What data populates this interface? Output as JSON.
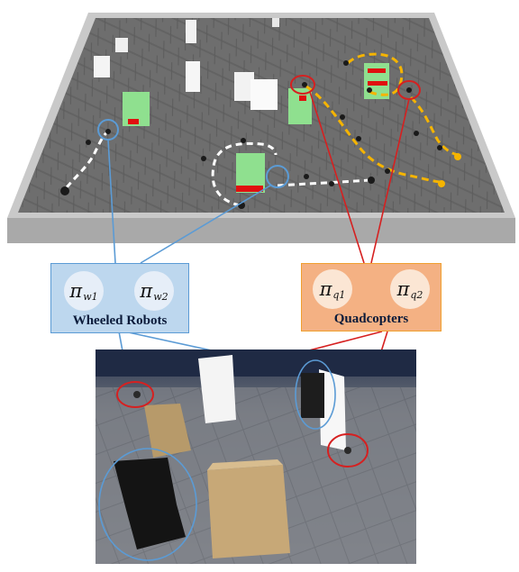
{
  "wheeled_group": {
    "label": "Wheeled Robots",
    "policy_symbol": "π",
    "policies": [
      {
        "symbol": "π",
        "subscript": "w1"
      },
      {
        "symbol": "π",
        "subscript": "w2"
      }
    ]
  },
  "quad_group": {
    "label": "Quadcopters",
    "policy_symbol": "π",
    "policies": [
      {
        "symbol": "π",
        "subscript": "q1"
      },
      {
        "symbol": "π",
        "subscript": "q2"
      }
    ]
  },
  "colors": {
    "wheeled_accent": "#5b9bd5",
    "wheeled_fill": "#bdd7ee",
    "quad_accent": "#d62020",
    "quad_fill": "#f4b183",
    "quad_border": "#f0a030",
    "trajectory_quad": "#f5b400",
    "trajectory_wheeled": "#ffffff",
    "goal_block": "#8fe08f",
    "goal_marker": "#e01010"
  },
  "icons": {
    "simulation": "simulated-arena",
    "real_world": "real-lab-photo"
  }
}
